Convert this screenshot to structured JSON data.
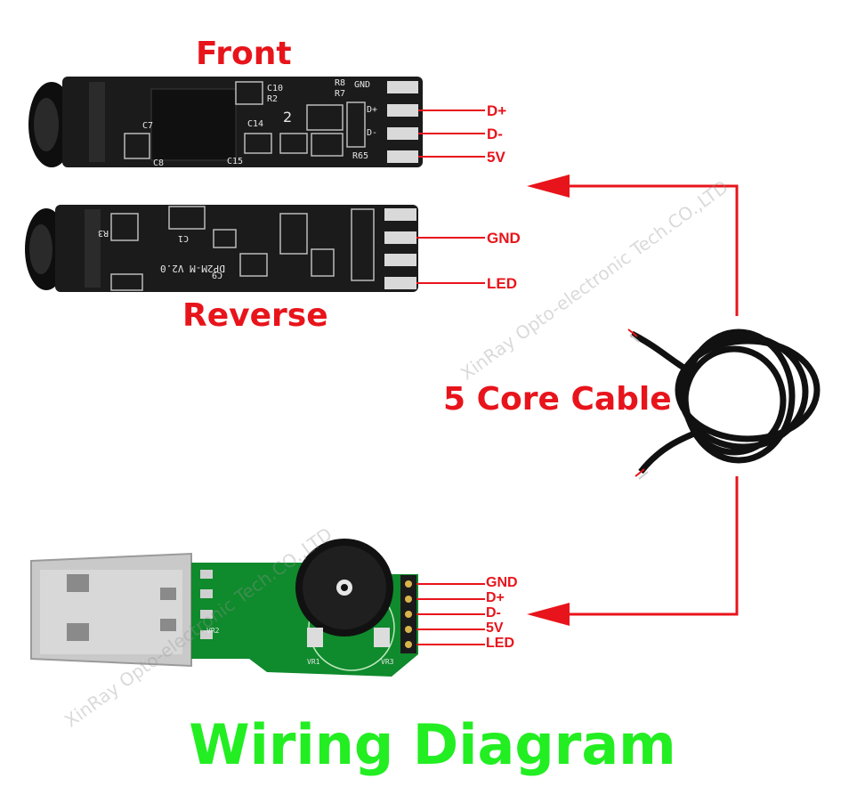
{
  "labels": {
    "front": "Front",
    "reverse": "Reverse",
    "cable": "5 Core Cable",
    "title": "Wiring Diagram"
  },
  "front_pins": [
    "D+",
    "D-",
    "5V"
  ],
  "reverse_pins": [
    "GND",
    "LED"
  ],
  "usb_pins": [
    "GND",
    "D+",
    "D-",
    "5V",
    "LED"
  ],
  "silkscreen": {
    "front": [
      "C10",
      "R2",
      "C7",
      "C8",
      "C14",
      "C15",
      "R8",
      "R7",
      "GND",
      "D+",
      "D-",
      "R65",
      "2"
    ],
    "reverse": [
      "DP2M-M V2.0",
      "C9",
      "C1",
      "R3"
    ],
    "usb": [
      "VR2",
      "VR1",
      "VR3"
    ]
  },
  "watermark": "XinRay Opto-electronic Tech.CO.,LTD",
  "colors": {
    "accent_red": "#e8141b",
    "title_green": "#22ee22",
    "pcb_black": "#1a1a1a",
    "pcb_green": "#0f8a2c",
    "usb_metal": "#c8c8c8"
  }
}
